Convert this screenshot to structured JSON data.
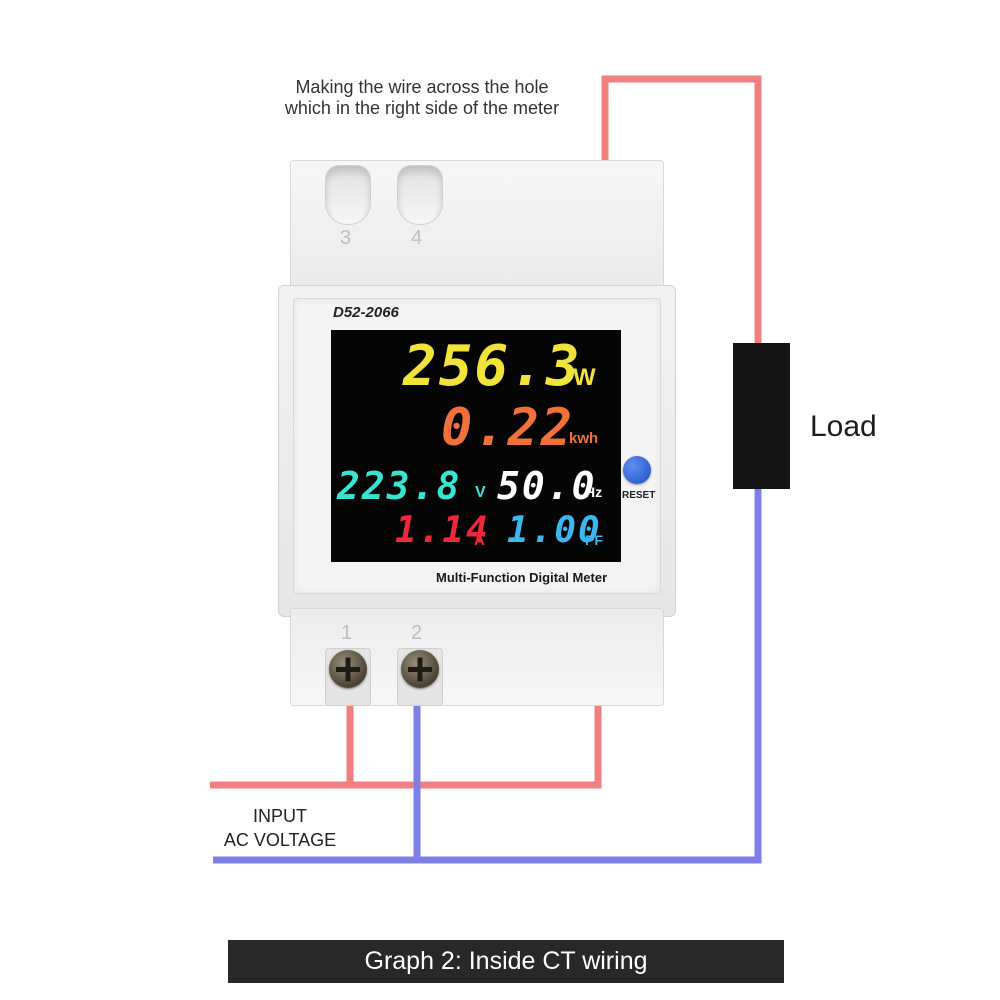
{
  "note": "Making the wire across the hole\nwhich in the right side of the meter",
  "load_label": "Load",
  "input_label": "INPUT\nAC VOLTAGE",
  "caption": "Graph 2: Inside CT wiring",
  "meter": {
    "model": "D52-2066",
    "title": "Multi-Function Digital Meter",
    "reset_label": "RESET",
    "top_terminals": [
      "3",
      "4"
    ],
    "bottom_terminals": [
      "1",
      "2"
    ],
    "readings": {
      "power": {
        "value": "256.3",
        "unit": "W"
      },
      "energy": {
        "value": "0.22",
        "unit": "kwh"
      },
      "voltage": {
        "value": "223.8",
        "unit": "V"
      },
      "frequency": {
        "value": "50.0",
        "unit": "Hz"
      },
      "current": {
        "value": "1.14",
        "unit": "A"
      },
      "power_factor": {
        "value": "1.00",
        "unit": "PF"
      }
    }
  },
  "colors": {
    "live_wire": "#f08080",
    "neutral_wire": "#7d7fe6",
    "power": "#f2e33a",
    "energy": "#f2703a",
    "voltage": "#36e6d2",
    "frequency": "#ffffff",
    "current": "#f0283c",
    "power_factor": "#3ab8f2",
    "reset_button": "#2f5fd8"
  }
}
